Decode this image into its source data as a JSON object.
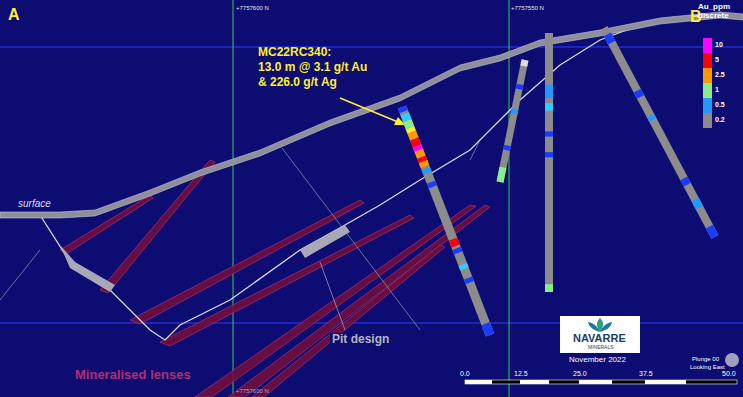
{
  "diagram": {
    "labels": [
      "A",
      "B",
      "+7757600 N",
      "+7757550 N",
      "MC22RC340:",
      "13.0 m @ 3.1 g/t Au",
      "& 226.0 g/t Ag",
      "Au_ppm discrete",
      "surface",
      "Pit design",
      "Mineralised lenses",
      "NAVARRE",
      "MINERALS",
      "November 2022",
      "Plunge 00",
      "Looking East",
      "0.0",
      "12.5",
      "25.0",
      "37.5",
      "50.0",
      "+7757600 N"
    ],
    "legend": [
      {
        "text": "10",
        "color": "#ff00ff"
      },
      {
        "text": "5",
        "color": "#ff0000"
      },
      {
        "text": "2.5",
        "color": "#ff9900"
      },
      {
        "text": "1",
        "color": "#88ee88"
      },
      {
        "text": "0.5",
        "color": "#2299ff"
      },
      {
        "text": "0.2",
        "color": "#8a8a8a"
      }
    ]
  }
}
